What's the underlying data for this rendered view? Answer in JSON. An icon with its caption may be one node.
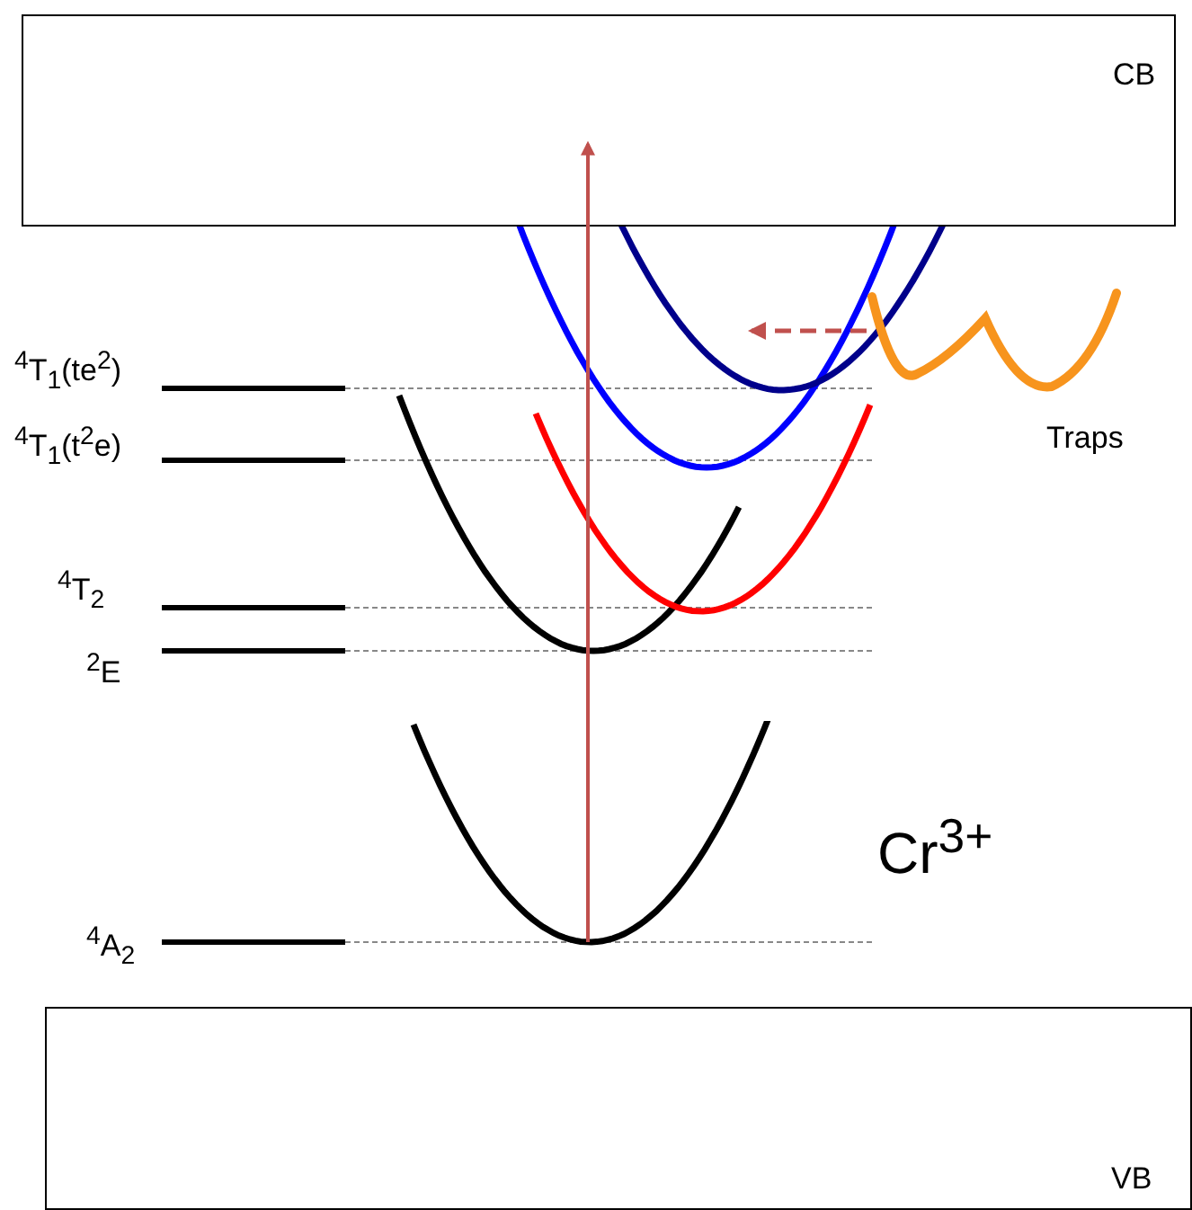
{
  "diagram": {
    "nodes": [
      {
        "text": [
          "CB"
        ]
      },
      {
        "text": [
          "VB"
        ]
      },
      {
        "text": [],
        "shape": "curve",
        "beside": [
          "Traps"
        ]
      },
      {
        "text": [],
        "shape": "curve"
      }
    ],
    "edges": [
      {
        "from": 3,
        "to": 0,
        "arrow": "to",
        "color": "#c0504d"
      },
      {
        "from": 2,
        "to": null,
        "arrow": "to",
        "style": "dashed",
        "color": "#c0504d"
      }
    ],
    "labels": [
      "$^{4}$T$_{1}$(te$^{2}$)",
      "$^{4}$T$_{1}$(t$^{2}$e)",
      "$^{4}$T$_{2}$",
      "$^{2}$E",
      "$^{4}$A$_{2}$",
      "Cr$^{3+}$"
    ]
  }
}
